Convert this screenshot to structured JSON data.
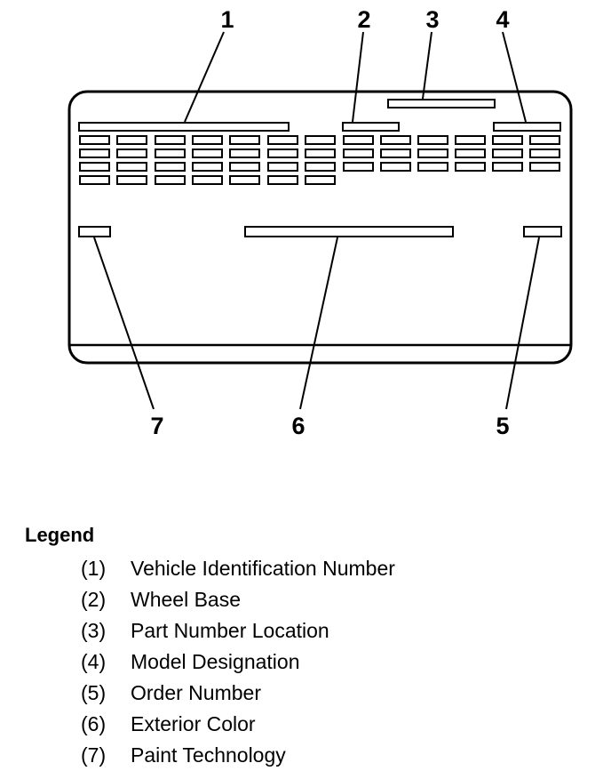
{
  "callouts": [
    {
      "id": "1",
      "text": "1"
    },
    {
      "id": "2",
      "text": "2"
    },
    {
      "id": "3",
      "text": "3"
    },
    {
      "id": "4",
      "text": "4"
    },
    {
      "id": "5",
      "text": "5"
    },
    {
      "id": "6",
      "text": "6"
    },
    {
      "id": "7",
      "text": "7"
    }
  ],
  "legend": {
    "title": "Legend",
    "items": [
      {
        "num": "(1)",
        "label": "Vehicle Identification Number"
      },
      {
        "num": "(2)",
        "label": "Wheel Base"
      },
      {
        "num": "(3)",
        "label": "Part Number Location"
      },
      {
        "num": "(4)",
        "label": "Model Designation"
      },
      {
        "num": "(5)",
        "label": "Order Number"
      },
      {
        "num": "(6)",
        "label": "Exterior Color"
      },
      {
        "num": "(7)",
        "label": "Paint Technology"
      }
    ]
  }
}
